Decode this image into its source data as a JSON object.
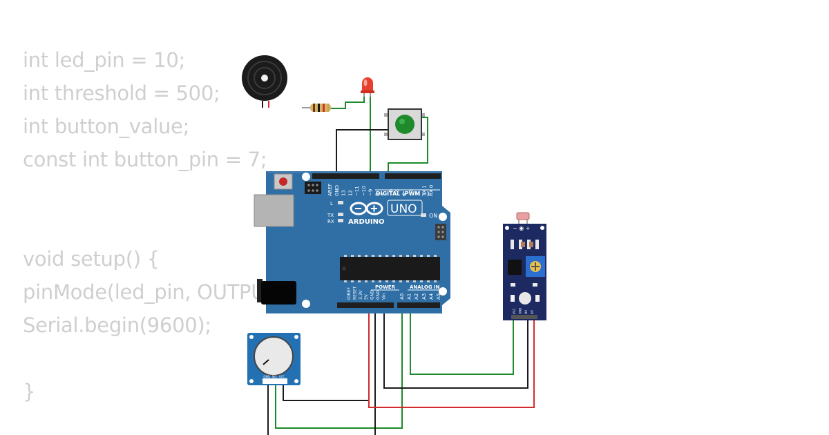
{
  "code": {
    "lines": [
      "int led_pin = 10;",
      "int threshold = 500;",
      "int button_value;",
      "const int button_pin = 7;",
      "void setup() {",
      "pinMode(led_pin, OUTPUT);",
      "Serial.begin(9600);",
      "}"
    ]
  },
  "board": {
    "brand": "ARDUINO",
    "model": "UNO",
    "on_label": "ON",
    "l_label": "L",
    "tx_label": "TX",
    "rx_label": "RX",
    "digital_header_label": "DIGITAL (PWM ~)",
    "power_label": "POWER",
    "analog_label": "ANALOG IN",
    "digital_pins": [
      "AREF",
      "GND",
      "13",
      "12",
      "~11",
      "~10",
      "~9",
      "8",
      "7",
      "~6",
      "~5",
      "4",
      "~3",
      "2",
      "TX 1",
      "RX 0"
    ],
    "power_pins": [
      "IOREF",
      "RESET",
      "3.3V",
      "5V",
      "GND",
      "GND",
      "Vin"
    ],
    "analog_pins": [
      "A0",
      "A1",
      "A2",
      "A3",
      "A4",
      "A5"
    ]
  },
  "light_sensor": {
    "pin_labels": [
      "VCC",
      "GND",
      "DO",
      "AO"
    ]
  },
  "potentiometer": {
    "pin_labels": [
      "GND",
      "SIG",
      "VCC"
    ]
  },
  "colors": {
    "board_blue": "#2f6fa6",
    "wire_green": "#1c8a2a",
    "wire_black": "#1a1a1a",
    "wire_red": "#d42a2a",
    "led_red": "#e8402e",
    "button_green": "#1f8a2b",
    "code_gray": "#cfcfcf"
  }
}
